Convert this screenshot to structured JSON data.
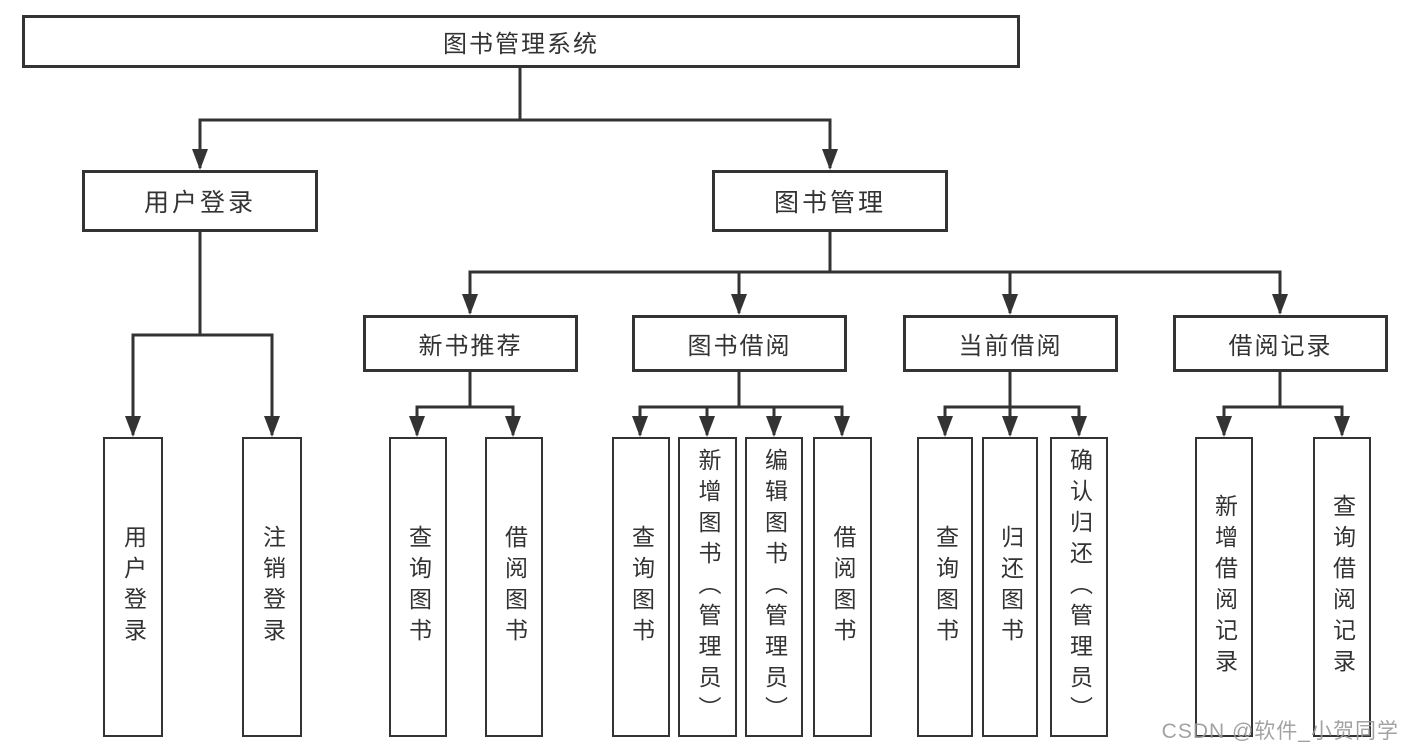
{
  "tree": {
    "root": {
      "label": "图书管理系统"
    },
    "branches": [
      {
        "label": "用户登录",
        "leaves": [
          {
            "label": "用户登录"
          },
          {
            "label": "注销登录"
          }
        ]
      },
      {
        "label": "图书管理",
        "groups": [
          {
            "label": "新书推荐",
            "leaves": [
              {
                "label": "查询图书"
              },
              {
                "label": "借阅图书"
              }
            ]
          },
          {
            "label": "图书借阅",
            "leaves": [
              {
                "label": "查询图书"
              },
              {
                "label": "新增图书（管理员）"
              },
              {
                "label": "编辑图书（管理员）"
              },
              {
                "label": "借阅图书"
              }
            ]
          },
          {
            "label": "当前借阅",
            "leaves": [
              {
                "label": "查询图书"
              },
              {
                "label": "归还图书"
              },
              {
                "label": "确认归还（管理员）"
              }
            ]
          },
          {
            "label": "借阅记录",
            "leaves": [
              {
                "label": "新增借阅记录"
              },
              {
                "label": "查询借阅记录"
              }
            ]
          }
        ]
      }
    ]
  },
  "watermark": {
    "text": "CSDN @软件_小贺同学"
  },
  "colors": {
    "line": "#333333",
    "text": "#333333",
    "background": "#ffffff",
    "watermark": "#9b9b9b"
  }
}
